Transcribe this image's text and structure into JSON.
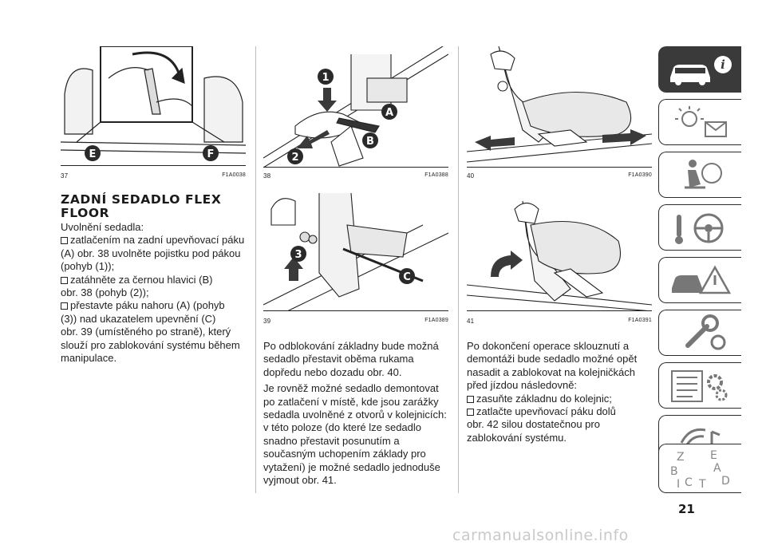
{
  "figures": [
    {
      "number": "37",
      "code": "F1A0038",
      "labels": [
        "E",
        "F"
      ]
    },
    {
      "number": "38",
      "code": "F1A0388",
      "labels": [
        "1",
        "A",
        "B",
        "2"
      ]
    },
    {
      "number": "39",
      "code": "F1A0389",
      "labels": [
        "3",
        "C"
      ]
    },
    {
      "number": "40",
      "code": "F1A0390",
      "labels": []
    },
    {
      "number": "41",
      "code": "F1A0391",
      "labels": []
    }
  ],
  "section": {
    "heading_line1": "ZADNÍ SEDADLO FLEX",
    "heading_line2": "FLOOR",
    "intro": "Uvolnění sedadla:",
    "bullet1_l1": "zatlačením na zadní upevňovací páku",
    "bullet1_l2": "(A) obr. 38 uvolněte pojistku pod pákou",
    "bullet1_l3": "(pohyb (1));",
    "bullet2_l1": "zatáhněte za černou hlavici (B)",
    "bullet2_l2": "obr. 38 (pohyb (2));",
    "bullet3_l1": "přestavte páku nahoru (A) (pohyb",
    "bullet3_l2": "(3)) nad ukazatelem upevnění (C)",
    "tail_l1": "obr. 39 (umístěného po straně), který",
    "tail_l2": "slouží pro zablokování systému během",
    "tail_l3": "manipulace."
  },
  "middle": {
    "p1_l1": "Po odblokování základny bude možná",
    "p1_l2": "sedadlo přestavit oběma rukama",
    "p1_l3": "dopředu nebo dozadu obr. 40.",
    "p2_l1": "Je rovněž možné sedadlo demontovat",
    "p2_l2": "po zatlačení v místě, kde jsou zarážky",
    "p2_l3": "sedadla uvolněné z otvorů v kolejnicích:",
    "p2_l4": "v této poloze (do které lze sedadlo",
    "p2_l5": "snadno přestavit posunutím a",
    "p2_l6": "současným uchopením základy pro",
    "p2_l7": "vytažení) je možné sedadlo jednoduše",
    "p2_l8": "vyjmout obr. 41."
  },
  "right": {
    "p1_l1": "Po dokončení operace sklouznutí a",
    "p1_l2": "demontáži bude sedadlo možné opět",
    "p1_l3": "nasadit a zablokovat na kolejničkách",
    "p1_l4": "před jízdou následovně:",
    "bullet1": "zasuňte základnu do kolejnic;",
    "bullet2": "zatlačte upevňovací páku dolů",
    "tail_l1": "obr. 42 silou dostatečnou pro",
    "tail_l2": "zablokování systému."
  },
  "sidebar": {
    "tabs": [
      {
        "icon": "car-info-icon",
        "active": true
      },
      {
        "icon": "warning-lights-icon",
        "active": false
      },
      {
        "icon": "airbag-icon",
        "active": false
      },
      {
        "icon": "steering-wheel-icon",
        "active": false
      },
      {
        "icon": "car-hazard-icon",
        "active": false
      },
      {
        "icon": "wrench-icon",
        "active": false
      },
      {
        "icon": "specs-gears-icon",
        "active": false
      },
      {
        "icon": "multimedia-icon",
        "active": false
      },
      {
        "icon": "alphabetic-index-icon",
        "active": false
      }
    ],
    "index_letters": [
      "Z",
      "E",
      "A",
      "B",
      "C",
      "T",
      "D",
      "I"
    ]
  },
  "page_number": "21",
  "footer_watermark": "carmanualsonline.info"
}
